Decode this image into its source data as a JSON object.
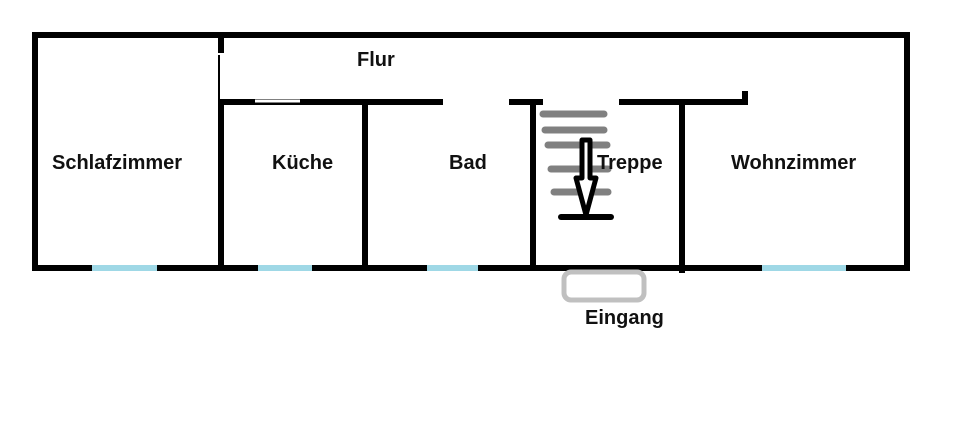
{
  "rooms": {
    "schlafzimmer": "Schlafzimmer",
    "flur": "Flur",
    "kueche": "Küche",
    "bad": "Bad",
    "treppe": "Treppe",
    "wohnzimmer": "Wohnzimmer",
    "eingang": "Eingang"
  },
  "colors": {
    "wall": "#000000",
    "window": "#9fd8e6",
    "stairs": "#808080",
    "entrance": "#c0c0c0"
  }
}
